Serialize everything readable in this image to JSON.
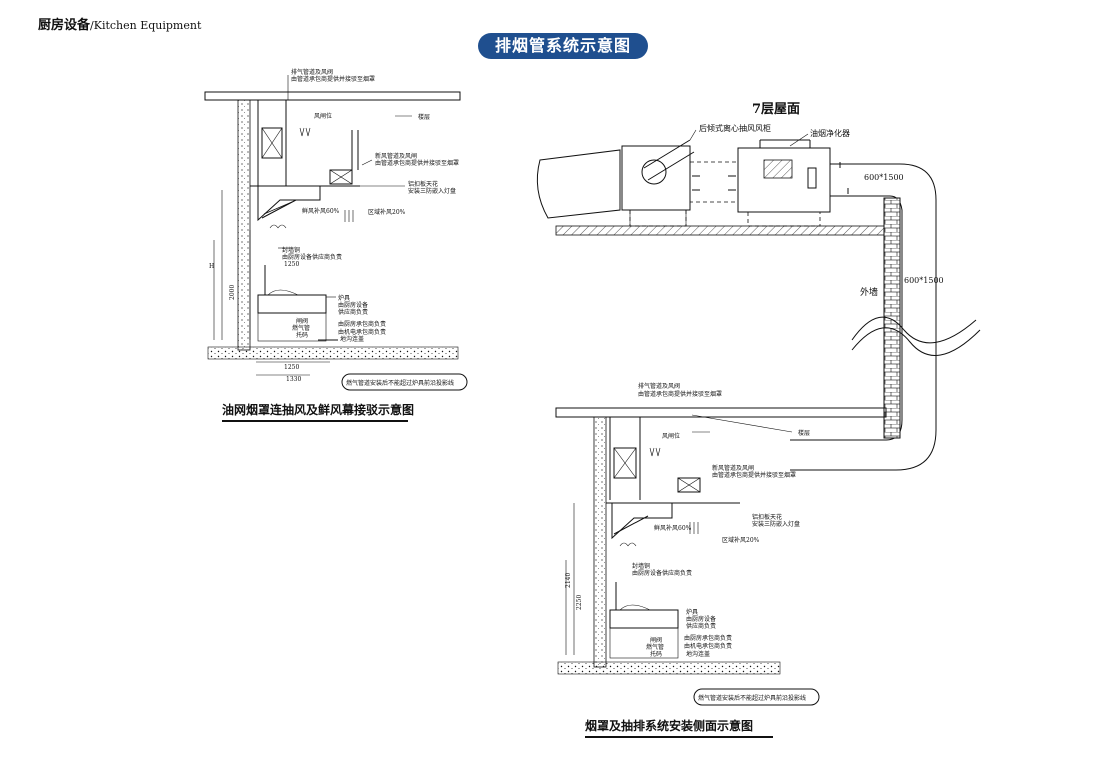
{
  "header": {
    "cn": "厨房设备",
    "en": "/Kitchen Equipment"
  },
  "title": "排烟管系统示意图",
  "captions": {
    "left": "油网烟罩连抽风及鲜风幕接驳示意图",
    "right": "烟罩及抽排系统安装侧面示意图"
  },
  "roof": {
    "title": "7层屋面",
    "fan_label": "后倾式离心抽风风柜",
    "purifier_label": "油烟净化器",
    "duct_size_h": "600*1500",
    "duct_size_v": "600*1500",
    "outer_wall": "外墙"
  },
  "section": {
    "exhaust_duct": "排气管道及风阀",
    "exhaust_duct_note": "由管道承包商提供并接驳至烟罩",
    "floor": "楼层",
    "damper": "风闸位",
    "fresh_duct": "新风管道及风闸",
    "fresh_duct_note": "由管道承包商提供并接驳至烟罩",
    "ceiling": "铝扣板天花",
    "ceiling_note": "安装三防嵌入灯盘",
    "fresh_air": "鲜风补风60%",
    "zone_air": "区域补风20%",
    "sealing": "封墙铜",
    "sealing_note": "由厨房设备供应商负责",
    "stove": "炉具",
    "stove_note1": "由厨房设备",
    "stove_note2": "供应商负责",
    "valve": "闸阀",
    "gas_pipe": "燃气管",
    "bracket": "托码",
    "pipe_contractor": "由厨房承包商负责",
    "mech_contractor": "由机电承包商负责",
    "drain": "地沟连盖",
    "gas_note": "燃气管道安装后不能超过炉具前沿投影线",
    "dim_2000": "2000",
    "dim_1250": "1250",
    "dim_1330": "1330",
    "dim_2140": "2140",
    "dim_2250": "2250",
    "dim_h": "H"
  }
}
